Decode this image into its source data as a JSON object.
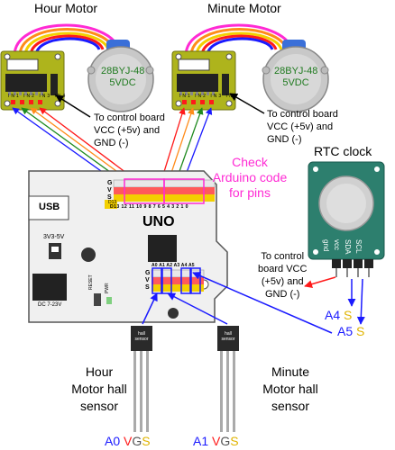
{
  "motors": {
    "hour": {
      "title": "Hour Motor",
      "model": "28BYJ-48",
      "voltage": "5VDC"
    },
    "minute": {
      "title": "Minute Motor",
      "model": "28BYJ-48",
      "voltage": "5VDC"
    },
    "driver_pins": [
      "IN1",
      "IN2",
      "IN3",
      "IN4"
    ]
  },
  "notes": {
    "motor_power_1": "To control board",
    "motor_power_2": "VCC (+5v) and",
    "motor_power_3": "GND (-)",
    "rtc_power_1": "To control",
    "rtc_power_2": "board VCC",
    "rtc_power_3": "(+5v) and",
    "rtc_power_4": "GND (-)"
  },
  "check": {
    "line1": "Check",
    "line2": "Arduino code",
    "line3": "for pins"
  },
  "rtc": {
    "title": "RTC clock",
    "pins": [
      "gnd",
      "vcc",
      "SDA",
      "SCL"
    ]
  },
  "board": {
    "usb": "USB",
    "name": "UNO",
    "volt_switch": "3V3-5V",
    "dc_jack": "DC 7-23V",
    "reset": "RESET",
    "pwr": "PWR",
    "d13": "D13",
    "row_g": "G",
    "row_v": "V",
    "row_s": "S",
    "digital_pins": "D13 12 11 10 9 8 7 6 5 4 3 2 1 0",
    "analog_pins": "A0 A1 A2 A3 A4 A5"
  },
  "sensors": {
    "hour": {
      "line1": "Hour",
      "line2": "Motor hall",
      "line3": "sensor",
      "pin": "A0",
      "chip": "hall sensor"
    },
    "minute": {
      "line1": "Minute",
      "line2": "Motor hall",
      "line3": "sensor",
      "pin": "A1",
      "chip": "hall sensor"
    },
    "v": "V",
    "g": "G",
    "s": "S"
  },
  "rtc_wiring": {
    "a4": "A4",
    "a5": "A5",
    "s": "S"
  },
  "colors": {
    "pcb_green": "#aeb41c",
    "board_gray": "#f0f0f0",
    "arrow_red": "#ff1a1a",
    "arrow_blue": "#1a1aff",
    "check_pink": "#ff2ad4",
    "rtc_green": "#2d7f6e"
  }
}
